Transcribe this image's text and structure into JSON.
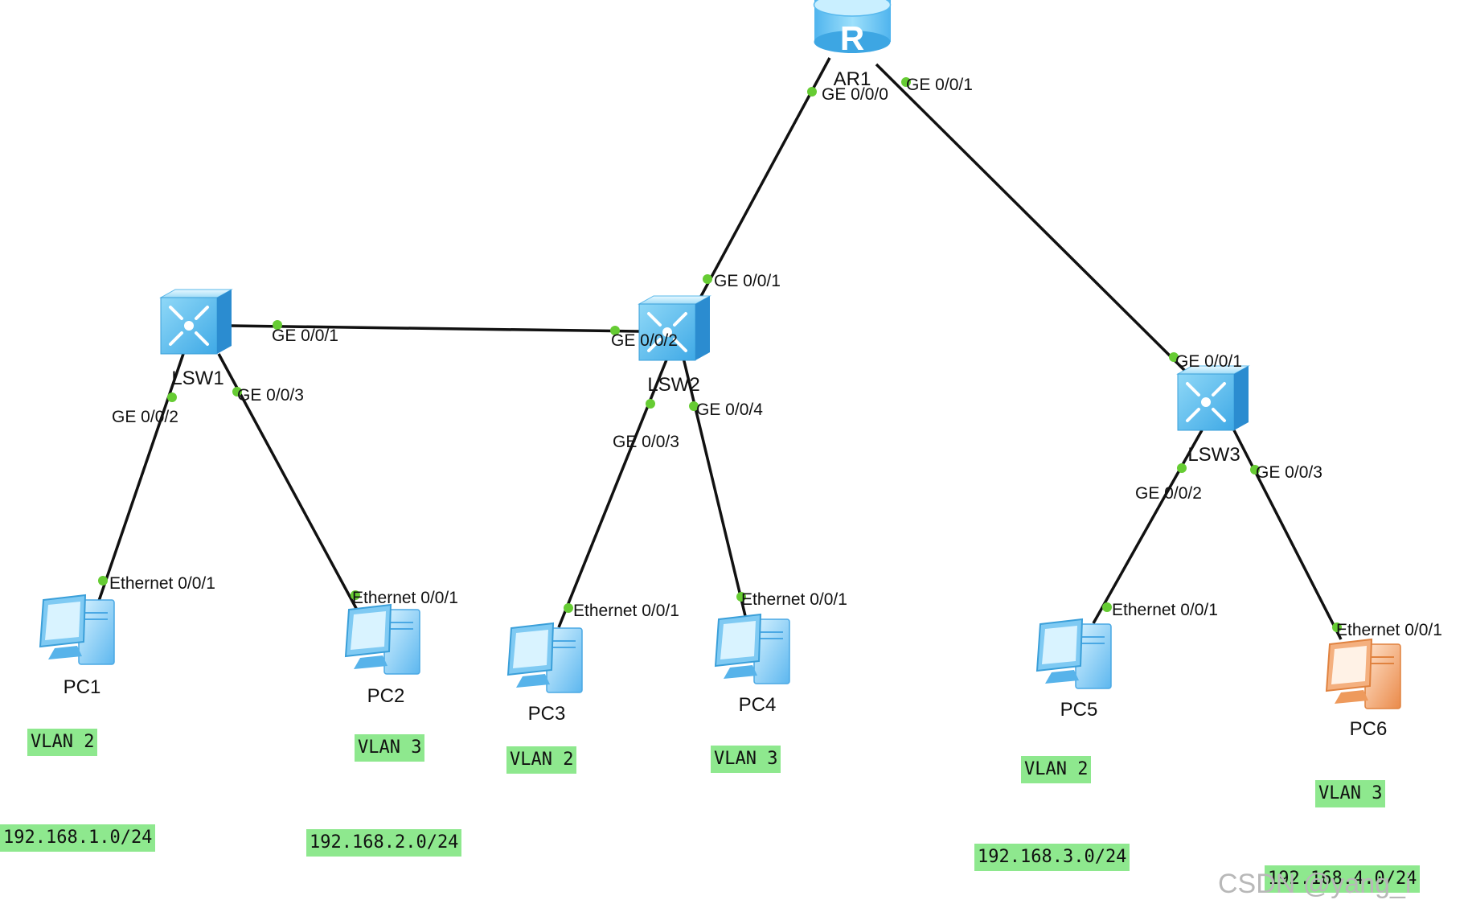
{
  "devices": {
    "AR1": "AR1",
    "LSW1": "LSW1",
    "LSW2": "LSW2",
    "LSW3": "LSW3",
    "PC1": "PC1",
    "PC2": "PC2",
    "PC3": "PC3",
    "PC4": "PC4",
    "PC5": "PC5",
    "PC6": "PC6"
  },
  "router_glyph": "R",
  "ports": {
    "ar1_ge000": "GE 0/0/0",
    "ar1_ge001": "GE 0/0/1",
    "lsw2_ge001": "GE 0/0/1",
    "lsw1_ge001": "GE 0/0/1",
    "lsw2_ge002": "GE 0/0/2",
    "lsw1_ge002": "GE 0/0/2",
    "lsw1_ge003": "GE 0/0/3",
    "lsw2_ge003": "GE 0/0/3",
    "lsw2_ge004": "GE 0/0/4",
    "lsw3_ge001": "GE 0/0/1",
    "lsw3_ge002": "GE 0/0/2",
    "lsw3_ge003": "GE 0/0/3",
    "pc1_eth": "Ethernet 0/0/1",
    "pc2_eth": "Ethernet 0/0/1",
    "pc3_eth": "Ethernet 0/0/1",
    "pc4_eth": "Ethernet 0/0/1",
    "pc5_eth": "Ethernet 0/0/1",
    "pc6_eth": "Ethernet 0/0/1"
  },
  "vlans": {
    "pc1": "VLAN 2",
    "pc2": "VLAN 3",
    "pc3": "VLAN 2",
    "pc4": "VLAN 3",
    "pc5": "VLAN 2",
    "pc6": "VLAN 3"
  },
  "subnets": {
    "s1": "192.168.1.0/24",
    "s2": "192.168.2.0/24",
    "s3": "192.168.3.0/24",
    "s4": "192.168.4.0/24"
  },
  "watermark": "CSDN @yang_i",
  "colors": {
    "link": "#111111",
    "port_dot": "#66cc33",
    "device_blue": "#6fc3f0",
    "pc_orange": "#f2a36b",
    "label_bg": "#8ee88e"
  }
}
